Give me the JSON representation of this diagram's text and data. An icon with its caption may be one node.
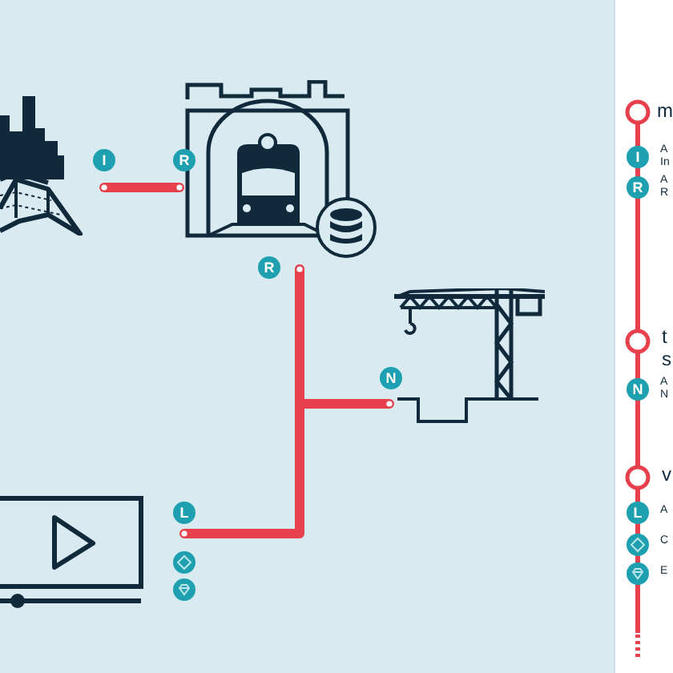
{
  "diagram": {
    "nodes": [
      {
        "text": [],
        "shape": "picture"
      },
      {
        "text": [],
        "shape": "picture"
      },
      {
        "text": [],
        "shape": "picture"
      },
      {
        "text": [],
        "shape": "picture"
      }
    ],
    "edges": [
      {
        "from": 0,
        "to": 1,
        "arrow": "other"
      },
      {
        "from": 1,
        "to": 2,
        "arrow": "other"
      },
      {
        "from": 1,
        "to": 3,
        "arrow": "other"
      }
    ],
    "labels": [
      "I",
      "R",
      "R",
      "N",
      "L",
      "m",
      "I",
      "A In",
      "R",
      "A R",
      "t",
      "s",
      "N",
      "A N",
      "v",
      "L",
      "A",
      "C",
      "E"
    ]
  }
}
